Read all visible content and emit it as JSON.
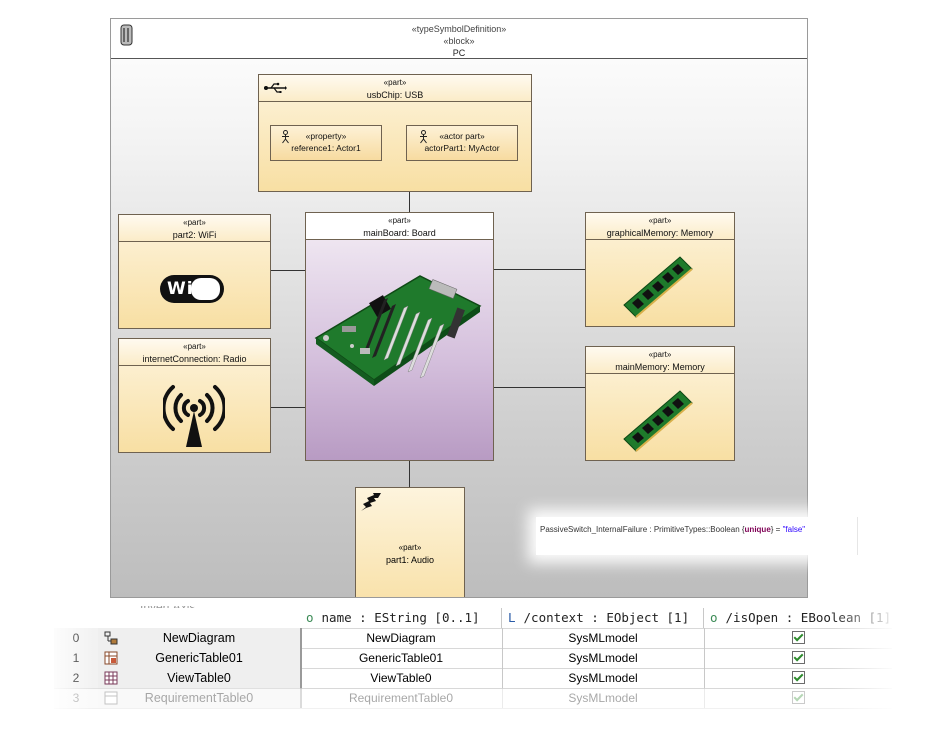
{
  "block": {
    "stereotype1": "«typeSymbolDefinition»",
    "stereotype2": "«block»",
    "name": "PC",
    "icon": "pc-tower-icon"
  },
  "parts": {
    "usb": {
      "stereotype": "«part»",
      "name": "usbChip: USB",
      "icon": "usb-icon"
    },
    "reference": {
      "stereotype": "«property»",
      "name": "reference1: Actor1"
    },
    "actorPart": {
      "stereotype": "«actor part»",
      "name": "actorPart1: MyActor"
    },
    "wifi": {
      "stereotype": "«part»",
      "name": "part2: WiFi",
      "logo": "WiFi"
    },
    "board": {
      "stereotype": "«part»",
      "name": "mainBoard: Board"
    },
    "graphical": {
      "stereotype": "«part»",
      "name": "graphicalMemory: Memory"
    },
    "radio": {
      "stereotype": "«part»",
      "name": "internetConnection: Radio"
    },
    "mainMem": {
      "stereotype": "«part»",
      "name": "mainMemory: Memory"
    },
    "audio": {
      "stereotype": "«part»",
      "name": "part1: Audio"
    }
  },
  "tooltip": {
    "prefix": "PassiveSwitch_InternalFailure : PrimitiveTypes::Boolean {",
    "keyword": "unique",
    "suffix": "} = ",
    "value": "\"false\""
  },
  "table": {
    "ghost_label": "Invert Axis",
    "headers": [
      "name : EString [0..1]",
      "/context : EObject [1]",
      "/isOpen : EBoolean [1]"
    ],
    "header_icons": [
      "o",
      "L",
      "o"
    ],
    "rows": [
      {
        "index": "0",
        "label": "NewDiagram",
        "name": "NewDiagram",
        "context": "SysMLmodel",
        "isOpen": true,
        "icon": "diagram-icon"
      },
      {
        "index": "1",
        "label": "GenericTable01",
        "name": "GenericTable01",
        "context": "SysMLmodel",
        "isOpen": true,
        "icon": "generic-table-icon"
      },
      {
        "index": "2",
        "label": "ViewTable0",
        "name": "ViewTable0",
        "context": "SysMLmodel",
        "isOpen": true,
        "icon": "view-table-icon"
      },
      {
        "index": "3",
        "label": "RequirementTable0",
        "name": "RequirementTable0",
        "context": "SysMLmodel",
        "isOpen": true,
        "icon": "requirement-table-icon"
      }
    ]
  },
  "colors": {
    "part_fill": "#f8dfa3",
    "board_fill": "#d4bfdc",
    "check": "#2e8b2e",
    "keyword": "#7f0055",
    "string_value": "#2a00ff"
  }
}
